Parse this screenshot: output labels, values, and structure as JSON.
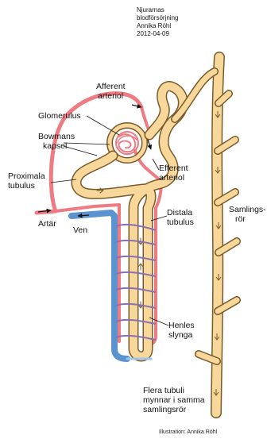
{
  "header": {
    "line1": "Njurarnas",
    "line2": "blodförsörjning",
    "line3": "Annika Röhl",
    "line4": "2012-04-09"
  },
  "labels": {
    "afferent_1": "Afferent",
    "afferent_2": "arteriol",
    "glomerulus": "Glomerulus",
    "bowmans_1": "Bowmans",
    "bowmans_2": "kapsel",
    "efferent_1": "Efferent",
    "efferent_2": "arteriol",
    "proximala_1": "Proximala",
    "proximala_2": "tubulus",
    "artar": "Artär",
    "ven": "Ven",
    "distala_1": "Distala",
    "distala_2": "tubulus",
    "samlings_1": "Samlings-",
    "samlings_2": "rör",
    "henles_1": "Henles",
    "henles_2": "slynga",
    "flera_1": "Flera tubuli",
    "flera_2": "mynnar i samma",
    "flera_3": "samlingsrör"
  },
  "credit": "Illustration: Annika Röhl",
  "colors": {
    "tubule_fill": "#f7d79a",
    "tubule_outline": "#7a5a2a",
    "artery": "#ef7b82",
    "vein": "#5b93d1",
    "capillary": "#8a6fb0",
    "text": "#111111"
  }
}
